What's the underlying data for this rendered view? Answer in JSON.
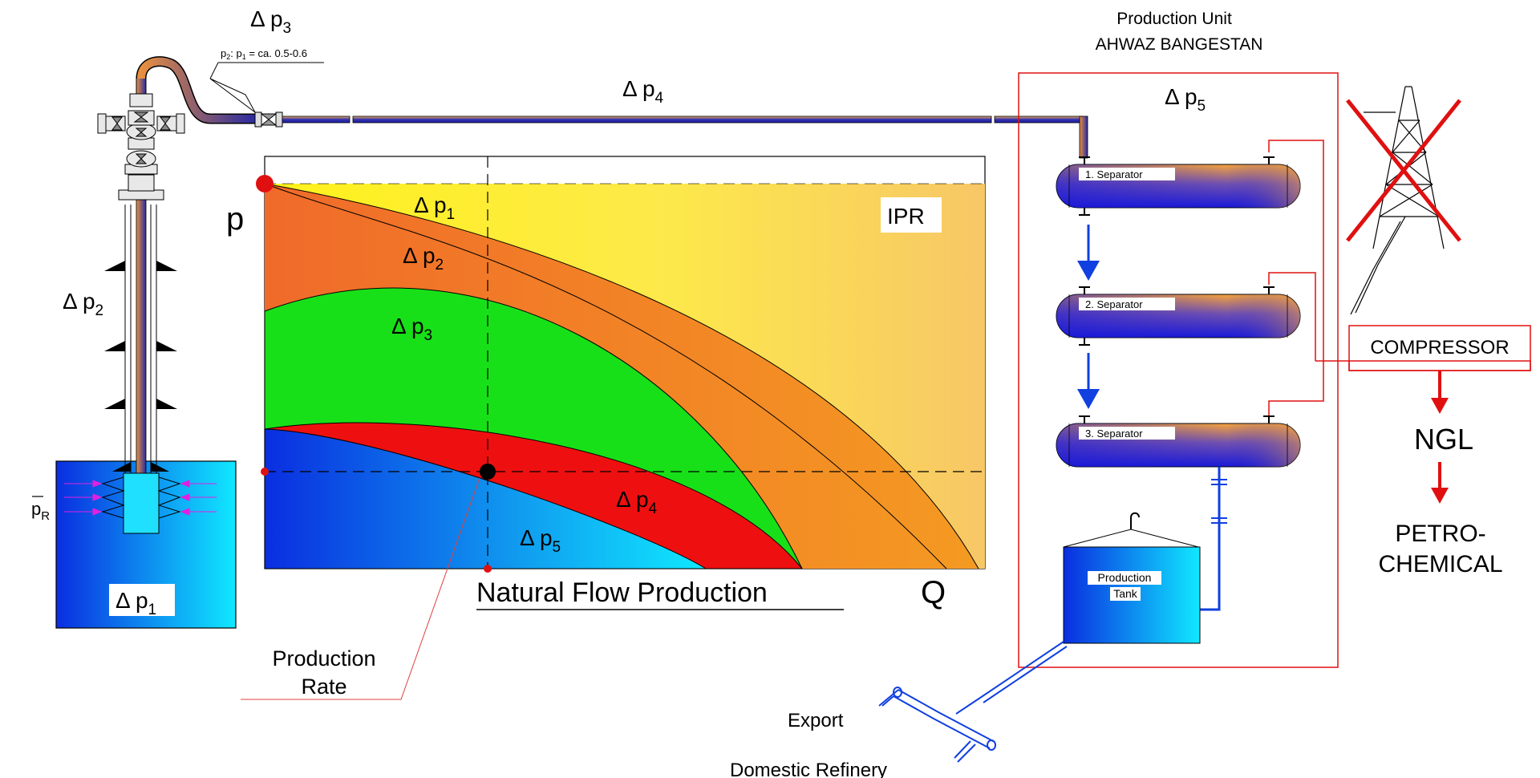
{
  "colors": {
    "pipe_blue": "#2a2a9c",
    "pipe_orange": "#f0a040",
    "frame_red": "#e01010",
    "flow_blue": "#1040e0",
    "zone_p1": "#ffee20",
    "zone_p2": "#f07a20",
    "zone_p3": "#10e010",
    "zone_p4": "#ee1010",
    "zone_p5": "#1030e0"
  },
  "labels": {
    "dp_symbol": "Δ",
    "p_letter": "p",
    "sub1": "1",
    "sub2": "2",
    "sub3": "3",
    "sub4": "4",
    "sub5": "5",
    "ratio_p2": "p",
    "ratio_sub2": "2",
    "ratio_colon": ": ",
    "ratio_p1": "p",
    "ratio_sub1": "1",
    "ratio_value": " =  ca. 0.5-0.6",
    "reservoir_p": "p",
    "reservoir_sub": "R"
  },
  "chart": {
    "y_axis_label": "p",
    "x_axis_label": "Q",
    "ipr_label": "IPR",
    "title": "Natural Flow Production",
    "callout_line1": "Production",
    "callout_line2": "Rate"
  },
  "production_unit": {
    "title_line1": "Production Unit",
    "title_line2": "AHWAZ  BANGESTAN",
    "separator1": "1.  Separator",
    "separator2": "2.  Separator",
    "separator3": "3.  Separator",
    "tank_line1": "Production",
    "tank_line2": "Tank",
    "compressor": "COMPRESSOR",
    "ngl": "NGL",
    "petro_line1": "PETRO-",
    "petro_line2": "CHEMICAL",
    "export": "Export",
    "domestic": "Domestic Refinery"
  },
  "icons": [
    "valve-icon",
    "tree-icon",
    "crossed-out-derrick-icon",
    "arrow-down-icon",
    "hook-icon"
  ]
}
